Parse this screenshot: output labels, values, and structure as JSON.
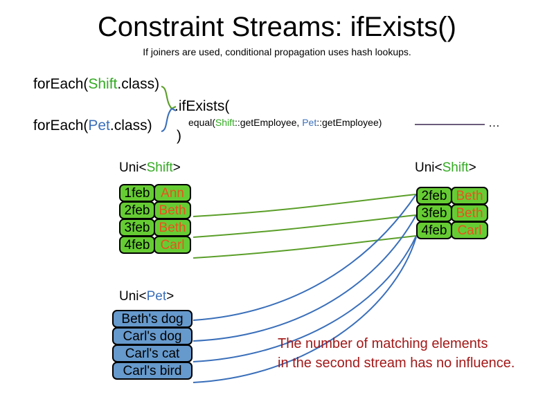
{
  "title": "Constraint Streams: ifExists()",
  "subtitle": "If joiners are used, conditional propagation uses hash lookups.",
  "code": {
    "foreach_shift_prefix": "forEach(",
    "foreach_shift_type": "Shift",
    "foreach_shift_suffix": ".class)",
    "foreach_pet_prefix": "forEach(",
    "foreach_pet_type": "Pet",
    "foreach_pet_suffix": ".class)",
    "ifexists": ".ifExists(",
    "close_paren": ")",
    "equal_prefix": "equal(",
    "equal_left_type": "Shift",
    "equal_left_method": "::getEmployee, ",
    "equal_right_type": "Pet",
    "equal_right_method": "::getEmployee)",
    "ellipsis": "…"
  },
  "streams": {
    "left_shift": {
      "label_prefix": "Uni<",
      "label_type": "Shift",
      "label_suffix": ">",
      "rows": [
        {
          "date": "1feb",
          "name": "Ann"
        },
        {
          "date": "2feb",
          "name": "Beth"
        },
        {
          "date": "3feb",
          "name": "Beth"
        },
        {
          "date": "4feb",
          "name": "Carl"
        }
      ]
    },
    "right_shift": {
      "label_prefix": "Uni<",
      "label_type": "Shift",
      "label_suffix": ">",
      "rows": [
        {
          "date": "2feb",
          "name": "Beth"
        },
        {
          "date": "3feb",
          "name": "Beth"
        },
        {
          "date": "4feb",
          "name": "Carl"
        }
      ]
    },
    "pet": {
      "label_prefix": "Uni<",
      "label_type": "Pet",
      "label_suffix": ">",
      "rows": [
        {
          "text": "Beth's dog"
        },
        {
          "text": "Carl's dog"
        },
        {
          "text": "Carl's cat"
        },
        {
          "text": "Carl's bird"
        }
      ]
    }
  },
  "note": {
    "line1": "The number of matching elements",
    "line2": "in the second stream has no influence."
  },
  "colors": {
    "shift_green": "#33aa22",
    "pet_blue": "#3a6fba",
    "pill_green": "#66cc33",
    "pill_blue": "#6699cc",
    "name_orange": "#e8541e",
    "note_red": "#a31818",
    "connector_green": "#5a9e28",
    "connector_blue": "#3a6fba",
    "equal_line_purple": "#6b5b7b"
  }
}
